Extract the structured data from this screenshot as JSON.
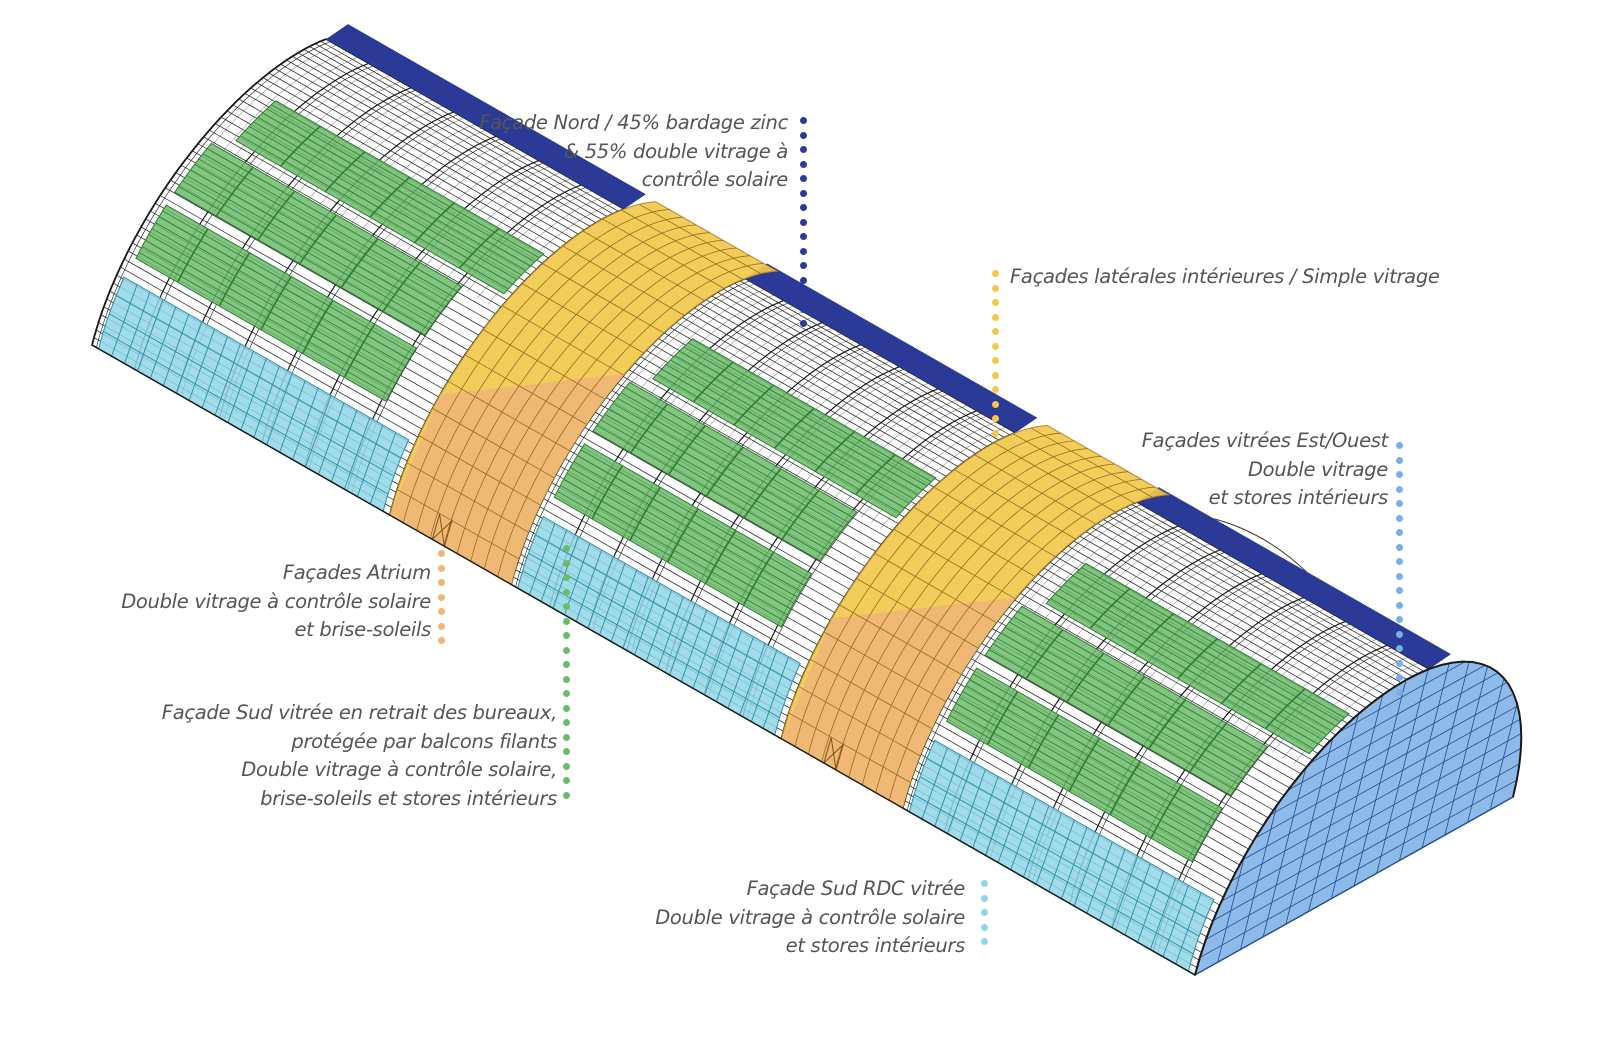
{
  "diagram": {
    "type": "architectural-facade-axonometric",
    "subject": "Barrel-vault building with three office bays and two atria"
  },
  "colors": {
    "north_facade": "#2b3a96",
    "atrium_lateral": "#f2c94c",
    "atrium_facade": "#efb777",
    "south_offices": "#6cbb6a",
    "south_rdc": "#8fd6e8",
    "east_west": "#7aaee6",
    "text": "#555555",
    "linework": "#1a1a1a"
  },
  "annotations": [
    {
      "id": "north",
      "color_key": "north_facade",
      "lines": [
        "Façade Nord / 45% bardage zinc",
        "& 55% double vitrage à",
        "contrôle solaire"
      ]
    },
    {
      "id": "lateral",
      "color_key": "atrium_lateral",
      "lines": [
        "Façades latérales intérieures / Simple vitrage"
      ]
    },
    {
      "id": "east-west",
      "color_key": "east_west",
      "lines": [
        "Façades vitrées Est/Ouest",
        "Double vitrage",
        "et stores intérieurs"
      ]
    },
    {
      "id": "atrium",
      "color_key": "atrium_facade",
      "lines": [
        "Façades Atrium",
        "Double vitrage à contrôle solaire",
        "et brise-soleils"
      ]
    },
    {
      "id": "south-offices",
      "color_key": "south_offices",
      "lines": [
        "Façade Sud vitrée en retrait des bureaux,",
        "protégée par balcons filants",
        "Double vitrage à contrôle solaire,",
        "brise-soleils et stores intérieurs"
      ]
    },
    {
      "id": "south-rdc",
      "color_key": "south_rdc",
      "lines": [
        "Façade Sud RDC vitrée",
        "Double vitrage à contrôle solaire",
        "et stores intérieurs"
      ]
    }
  ]
}
